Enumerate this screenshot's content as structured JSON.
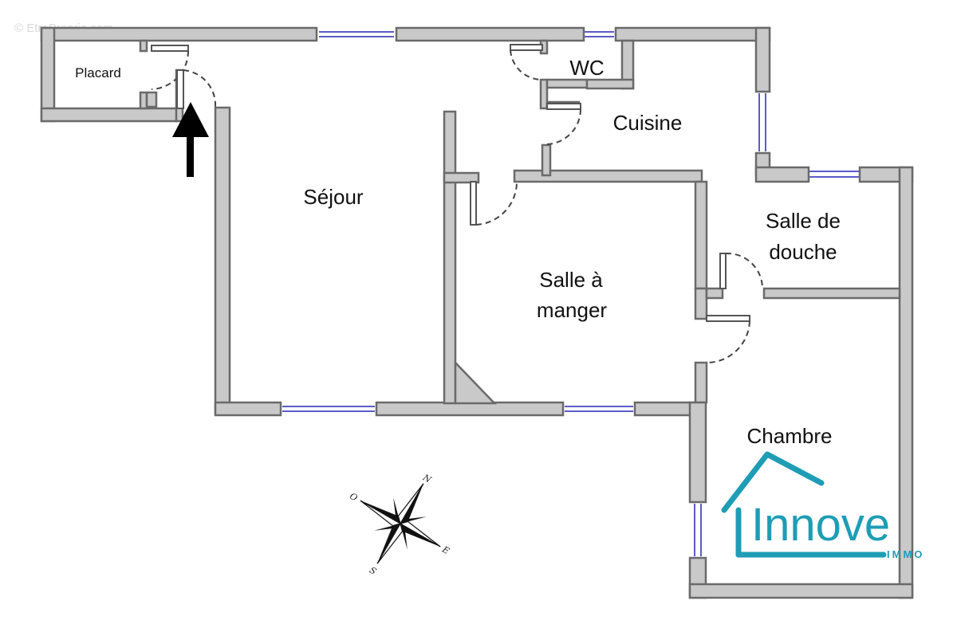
{
  "watermark": "© EtreProprio.com",
  "rooms": {
    "placard": "Placard",
    "wc": "WC",
    "cuisine": "Cuisine",
    "sejour": "Séjour",
    "salle_a_manger": [
      "Salle à",
      "manger"
    ],
    "salle_de_douche": [
      "Salle de",
      "douche"
    ],
    "chambre": "Chambre"
  },
  "compass": {
    "north": "N",
    "east": "E",
    "south": "S",
    "west": "O"
  },
  "logo": {
    "name": "Innove",
    "subtitle": "IMMO",
    "color": "#1e9db5"
  },
  "colors": {
    "wall": "#c9c9c9",
    "wall_outline": "#6a6a6a",
    "window": "#5b5bc8"
  }
}
